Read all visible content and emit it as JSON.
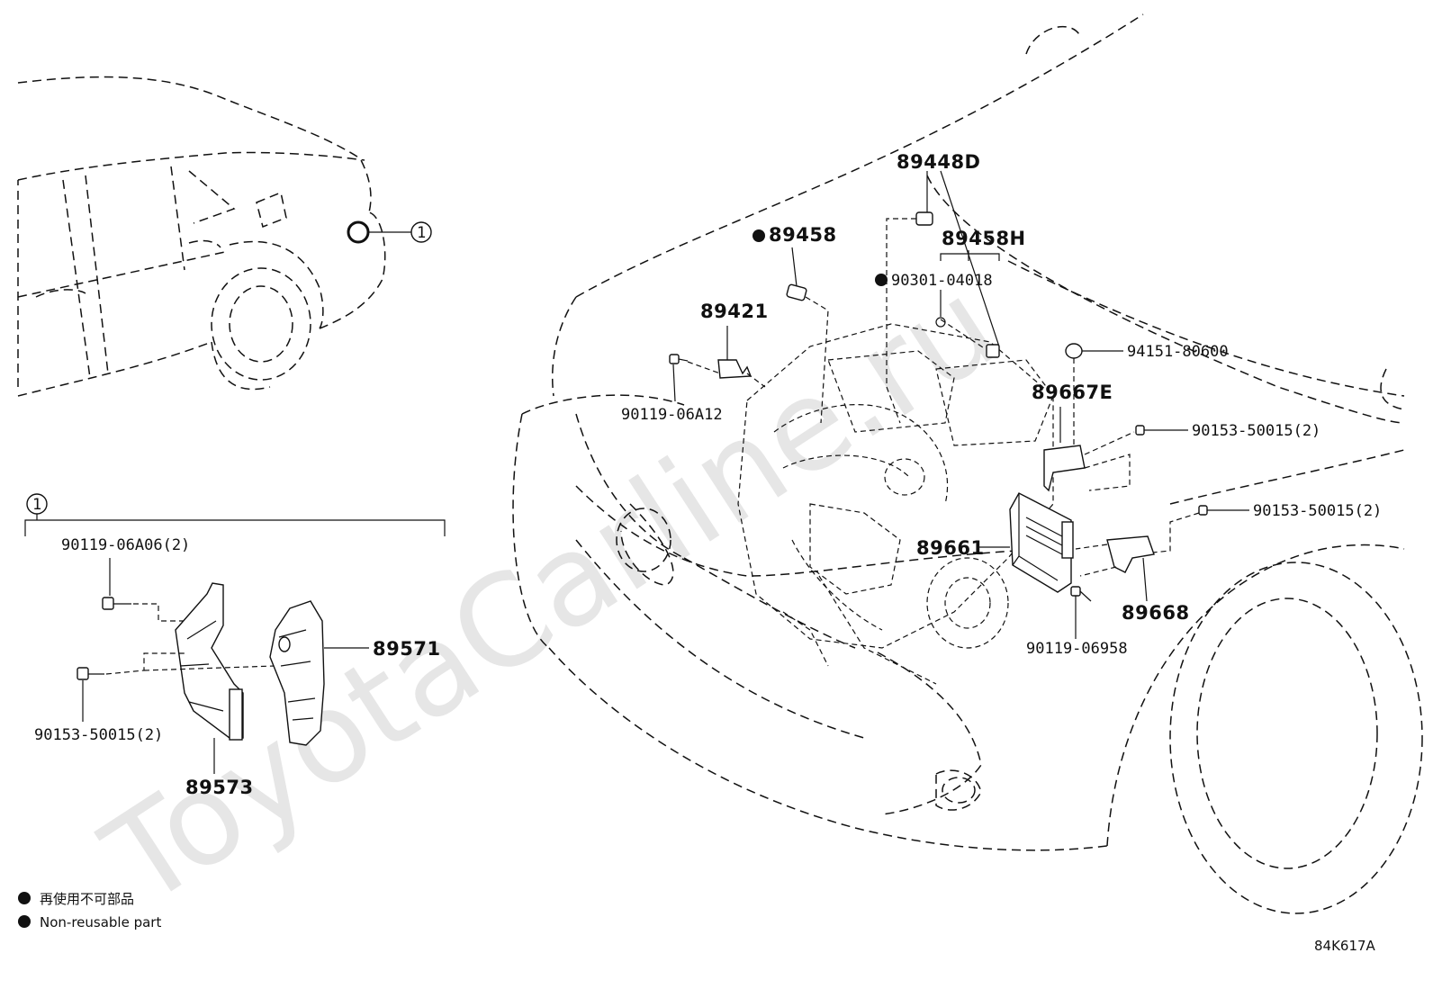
{
  "watermark": "ToyotaCarline.ru",
  "diagram_code": "84K617A",
  "callout_ref": "1",
  "parts": {
    "p89448D": "89448D",
    "p89458": "89458",
    "p89458H": "89458H",
    "p90301": "90301-04018",
    "p89421": "89421",
    "p94151": "94151-80600",
    "p90119a12": "90119-06A12",
    "p89667E": "89667E",
    "p90153r1": "90153-50015(2)",
    "p90153r2": "90153-50015(2)",
    "p89661": "89661",
    "p89668": "89668",
    "p90119958": "90119-06958",
    "p90119a06": "90119-06A06(2)",
    "p89571": "89571",
    "p90153l": "90153-50015(2)",
    "p89573": "89573"
  },
  "legend": {
    "jp": "再使用不可部品",
    "en": "Non-reusable part"
  }
}
